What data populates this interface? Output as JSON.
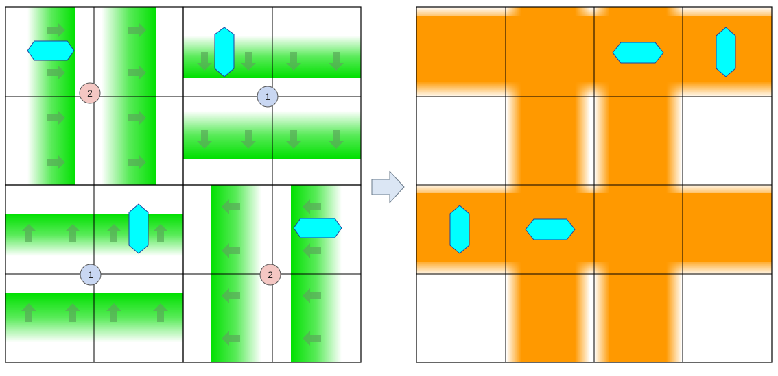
{
  "panels": {
    "top_left": {
      "badge": "2",
      "badge_color": "#f4c7c3",
      "flow": "right"
    },
    "top_right": {
      "badge": "1",
      "badge_color": "#c9d7f2",
      "flow": "down"
    },
    "bottom_left": {
      "badge": "1",
      "badge_color": "#c9d7f2",
      "flow": "up"
    },
    "bottom_right": {
      "badge": "2",
      "badge_color": "#f4c7c3",
      "flow": "left"
    }
  },
  "colors": {
    "band": "#00e000",
    "arrow": "#5aa85a",
    "result": "#ff9900",
    "piece": "#00ffff",
    "piece_stroke": "#1f3f9f",
    "merge_arrow": "#dbe6f4",
    "grid": "#000000"
  },
  "icons": {
    "merge": "right-arrow-icon",
    "piece": "hexagon-icon"
  }
}
